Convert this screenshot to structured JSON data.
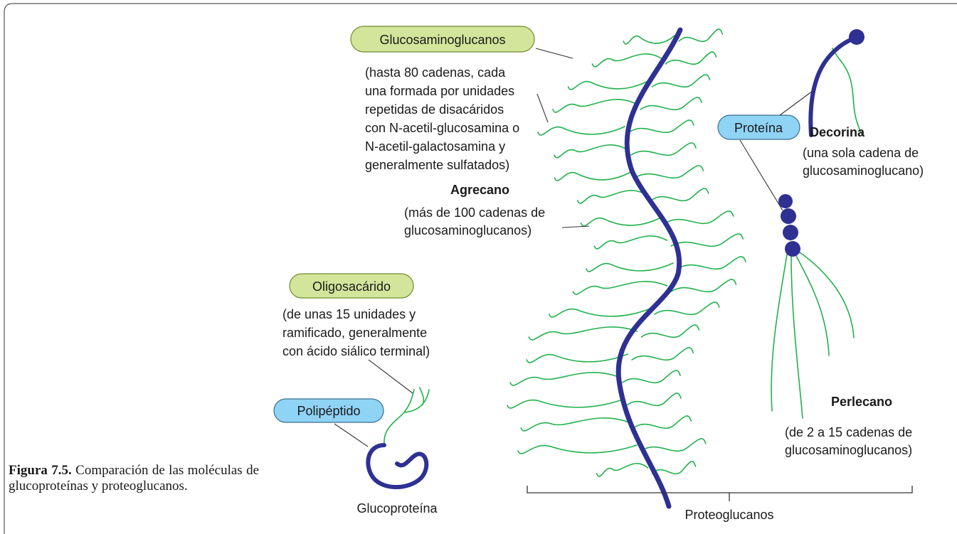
{
  "colors": {
    "protein": "#2e3192",
    "chain": "#22b14c",
    "pill_green": "#d3e59b",
    "pill_blue": "#8fd3f5",
    "pill_border": "#6f8b2f",
    "leader": "#333333",
    "text": "#1a1a1a"
  },
  "labels": {
    "gag_pill": "Glucosaminoglucanos",
    "gag_desc": [
      "(hasta 80 cadenas, cada",
      "una formada por unidades",
      "repetidas de disacáridos",
      "con N-acetil-glucosamina o",
      "N-acetil-galactosamina y",
      "generalmente sulfatados)"
    ],
    "agrecano_title": "Agrecano",
    "agrecano_desc": [
      "(más de 100 cadenas de",
      "glucosaminoglucanos)"
    ],
    "oligo_pill": "Oligosacárido",
    "oligo_desc": [
      "(de unas 15 unidades y",
      "ramificado, generalmente",
      "con ácido siálico terminal)"
    ],
    "polipeptido_pill": "Polipéptido",
    "glucoproteina": "Glucoproteína",
    "proteina_pill": "Proteína",
    "decorina_title": "Decorina",
    "decorina_desc": [
      "(una sola cadena de",
      "glucosaminoglucano)"
    ],
    "perlecano_title": "Perlecano",
    "perlecano_desc": [
      "(de 2 a 15 cadenas de",
      "glucosaminoglucanos)"
    ],
    "proteoglucanos": "Proteoglucanos"
  },
  "caption": {
    "figure_label": "Figura 7.5.",
    "text": " Comparación de las moléculas de glucoproteínas y proteoglucanos."
  }
}
